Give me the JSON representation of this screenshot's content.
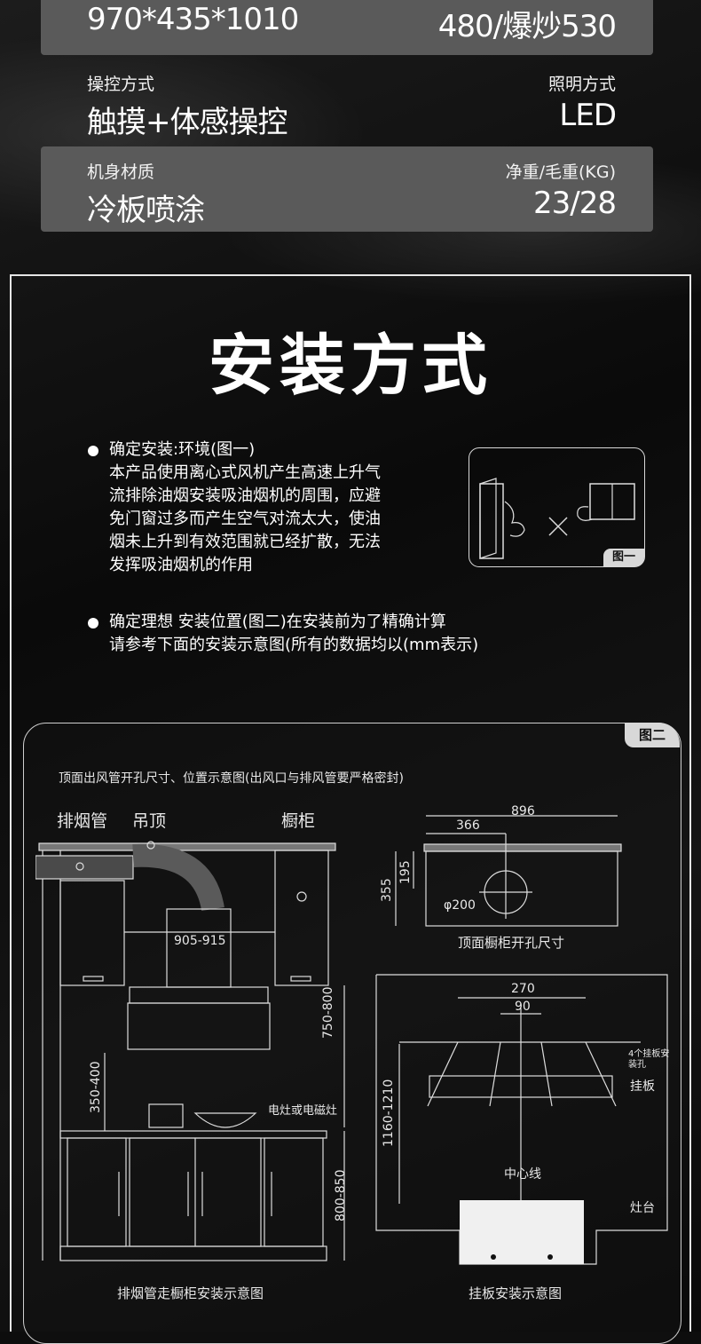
{
  "specs": {
    "row0": {
      "left_value": "970*435*1010",
      "right_value": "480/爆炒530"
    },
    "row1": {
      "left_label": "操控方式",
      "left_value": "触摸+体感操控",
      "right_label": "照明方式",
      "right_value": "LED"
    },
    "row2": {
      "left_label": "机身材质",
      "left_value": "冷板喷涂",
      "right_label": "净重/毛重(KG)",
      "right_value": "23/28"
    }
  },
  "install": {
    "title": "安装方式",
    "bullet1": {
      "heading": "确定安装:环境(图一)",
      "lines": [
        "本产品使用离心式风机产生高速上升气",
        "流排除油烟安装吸油烟机的周围，应避",
        "免门窗过多而产生空气对流太大，使油",
        "烟未上升到有效范围就已经扩散，无法",
        "发挥吸油烟机的作用"
      ]
    },
    "fig1_tag": "图一",
    "bullet2": {
      "heading": "确定理想 安装位置(图二)在安装前为了精确计算",
      "line": "请参考下面的安装示意图(所有的数据均以(mm表示)"
    },
    "fig2": {
      "tag": "图二",
      "caption_top": "顶面出风管开孔尺寸、位置示意图(出风口与排风管要严格密封)",
      "label_exhaust": "排烟管",
      "label_ceiling": "吊顶",
      "label_cabinet": "橱柜",
      "dim_905": "905-915",
      "dim_750": "750-800",
      "dim_350": "350-400",
      "dim_800": "800-850",
      "label_stove": "电灶或电磁灶",
      "caption_left": "排烟管走橱柜安装示意图",
      "dim_896": "896",
      "dim_366": "366",
      "dim_195": "195",
      "dim_355": "355",
      "dim_phi": "φ200",
      "caption_hole": "顶面橱柜开孔尺寸",
      "dim_270": "270",
      "dim_90": "90",
      "label_holes": "4个挂板安装孔",
      "label_plate": "挂板",
      "dim_1160": "1160-1210",
      "label_center": "中心线",
      "label_stovetop": "灶台",
      "caption_right": "挂板安装示意图"
    }
  }
}
